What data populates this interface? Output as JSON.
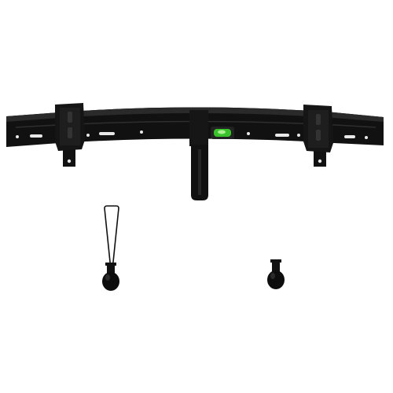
{
  "image": {
    "subject": "tv-wall-mount-bracket",
    "background_color": "#ffffff",
    "metal_color": "#111111",
    "level_color": "#39c22b",
    "parts": [
      "wall-rail",
      "left-bracket-clamp",
      "right-bracket-clamp",
      "center-support-arm",
      "bubble-level",
      "pull-cord-lock",
      "locking-knob"
    ]
  }
}
